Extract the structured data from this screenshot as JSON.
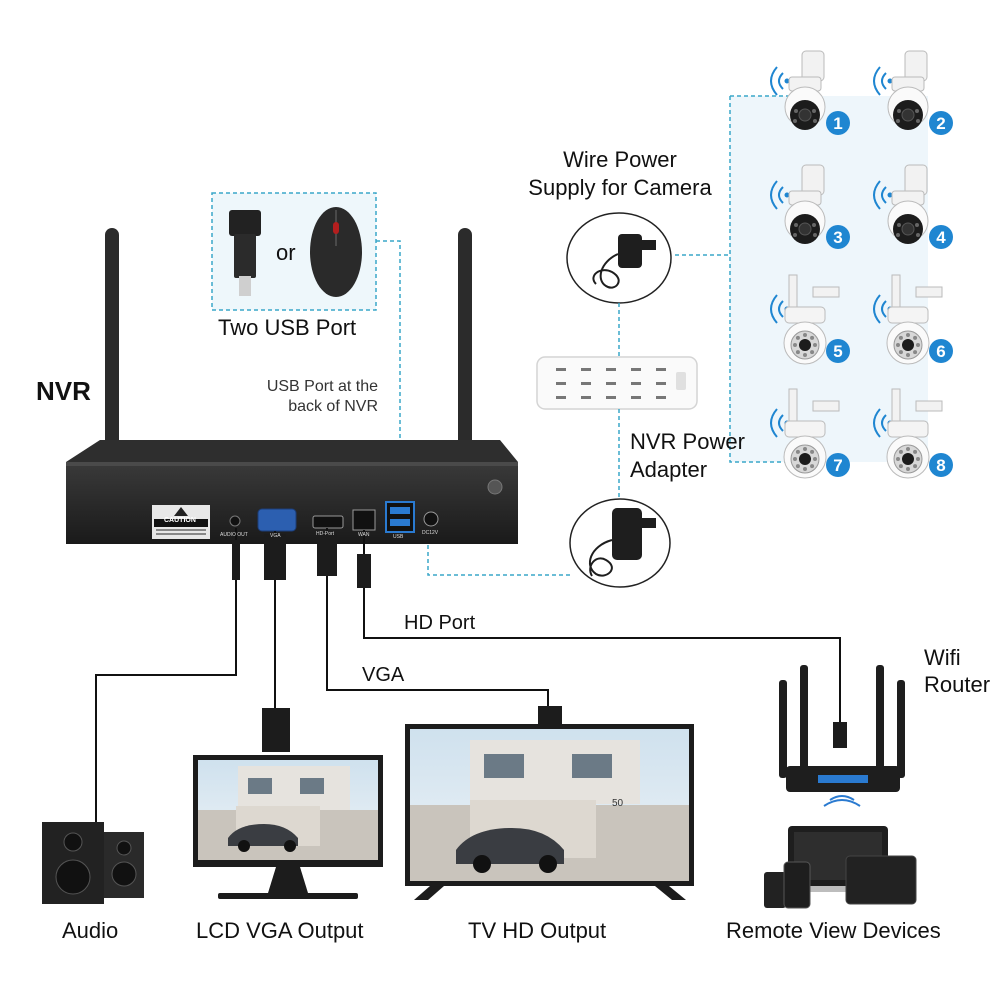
{
  "title": "NVR",
  "usb": {
    "heading": "Two USB Port",
    "or": "or",
    "note_line1": "USB Port at the",
    "note_line2": "back of NVR"
  },
  "power": {
    "camera_supply_line1": "Wire Power",
    "camera_supply_line2": "Supply for Camera",
    "nvr_adapter_line1": "NVR Power",
    "nvr_adapter_line2": "Adapter"
  },
  "nvr_panel": {
    "caution": "CAUTION",
    "ports": [
      "AUDIO OUT",
      "VGA",
      "HD-Port",
      "WAN",
      "USB",
      "DC12V"
    ]
  },
  "cables": {
    "hd_port": "HD Port",
    "vga": "VGA"
  },
  "router": {
    "line1": "Wifi",
    "line2": "Router"
  },
  "outputs": [
    "Audio",
    "LCD VGA Output",
    "TV HD Output",
    "Remote View Devices"
  ],
  "cameras": [
    {
      "number": "1",
      "style": "dome"
    },
    {
      "number": "2",
      "style": "dome"
    },
    {
      "number": "3",
      "style": "dome"
    },
    {
      "number": "4",
      "style": "dome"
    },
    {
      "number": "5",
      "style": "bullet"
    },
    {
      "number": "6",
      "style": "bullet"
    },
    {
      "number": "7",
      "style": "bullet"
    },
    {
      "number": "8",
      "style": "bullet"
    }
  ],
  "screen_house_number": "50",
  "colors": {
    "accent_blue": "#1f86d1",
    "dashed": "#3aa7c9",
    "device_dark": "#1c1c1c"
  }
}
